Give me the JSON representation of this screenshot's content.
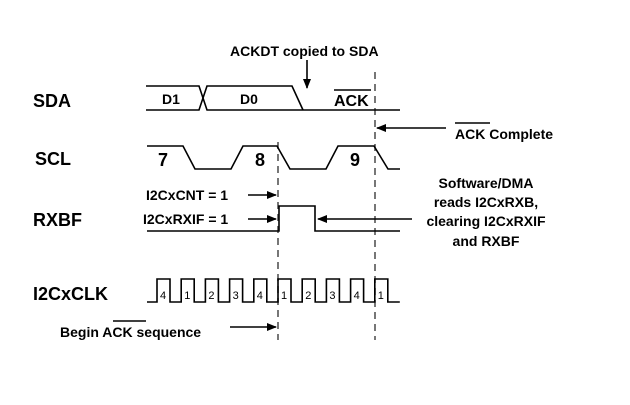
{
  "signals": {
    "sda": "SDA",
    "scl": "SCL",
    "rxbf": "RXBF",
    "clk": "I2CxCLK"
  },
  "sda_fields": [
    "D1",
    "D0",
    "ACK"
  ],
  "scl_bits": [
    "7",
    "8",
    "9"
  ],
  "clk_counts": [
    "4",
    "1",
    "2",
    "3",
    "4",
    "1",
    "2",
    "3",
    "4",
    "1"
  ],
  "annotations": {
    "ackdt": "ACKDT copied to SDA",
    "ack_complete_over": "ACK",
    "ack_complete_rest": " Complete",
    "cnt": "I2CxCNT = 1",
    "rxif": "I2CxRXIF = 1",
    "sw_lines": [
      "Software/DMA",
      "reads I2CxRXB,",
      "clearing I2CxRXIF",
      "and RXBF"
    ],
    "begin_pre": "Begin ",
    "begin_over": "ACK",
    "begin_post": " sequence"
  }
}
